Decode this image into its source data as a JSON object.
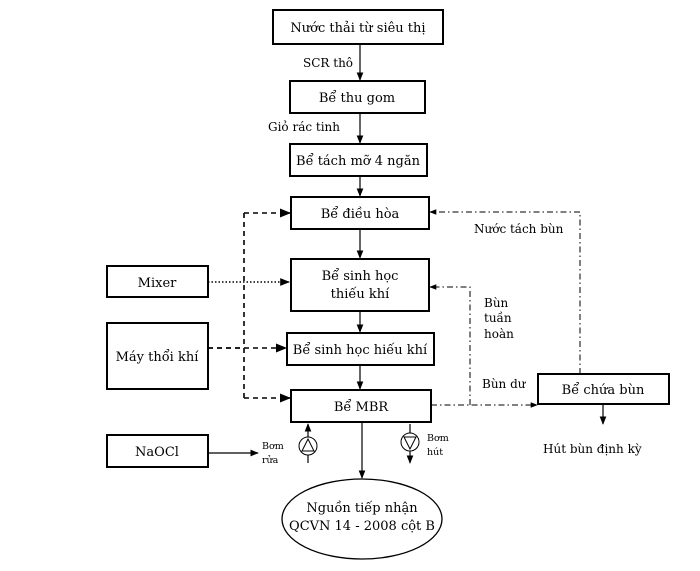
{
  "nodes": {
    "nuoc_thai": "Nước thải từ siêu thị",
    "be_thu_gom": "Bể thu gom",
    "be_tach_mo": "Bể tách mỡ 4 ngăn",
    "be_dieu_hoa": "Bể điều hòa",
    "be_thieu_khi_1": "Bể sinh học",
    "be_thieu_khi_2": "thiếu khí",
    "be_hieu_khi": "Bể sinh học hiếu khí",
    "be_mbr": "Bể MBR",
    "be_chua_bun": "Bể chứa bùn",
    "mixer": "Mixer",
    "may_thoi_khi": "Máy thổi khí",
    "naocl": "NaOCl",
    "nguon_1": "Nguồn tiếp nhận",
    "nguon_2": "QCVN 14 - 2008 cột B"
  },
  "labels": {
    "scr_tho": "SCR thô",
    "gio_rac_tinh": "Giỏ rác tinh",
    "nuoc_tach_bun": "Nước tách bùn",
    "bun_tuan_hoan_1": "Bùn",
    "bun_tuan_hoan_2": "tuần",
    "bun_tuan_hoan_3": "hoàn",
    "bun_du": "Bùn dư",
    "hut_bun": "Hút bùn định kỳ",
    "bom_rua_1": "Bơm",
    "bom_rua_2": "rửa",
    "bom_hut_1": "Bơm",
    "bom_hut_2": "hút"
  }
}
